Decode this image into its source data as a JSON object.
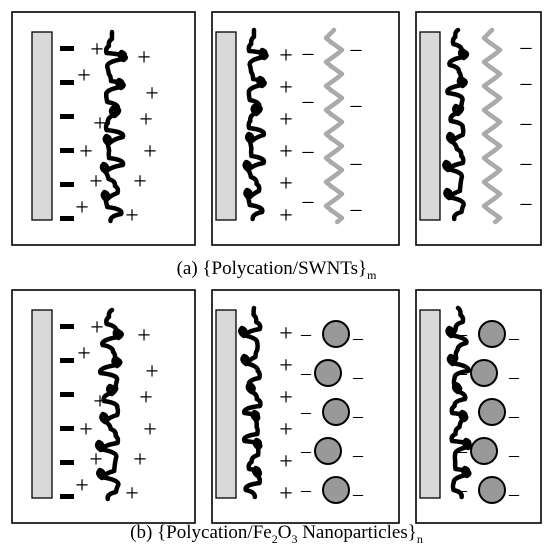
{
  "captions": {
    "a": {
      "prefix": "(a) {Polycation/SWNTs}",
      "sub": "m"
    },
    "b": {
      "prefix": "(b) {Polycation/Fe",
      "sub1": "2",
      "mid": "O",
      "sub2": "3",
      "suffix": " Nanoparticles}",
      "sub3": "n"
    }
  },
  "symbols": {
    "plus": "+",
    "minus": "–",
    "neg_bar": "▬"
  },
  "colors": {
    "substrate_fill": "#d9d9d9",
    "nanotube": "#aaaaaa",
    "nanoparticle_fill": "#999999",
    "polymer": "#000000",
    "frame": "#000000"
  },
  "icons": {
    "substrate": "substrate-plate-icon",
    "polycation": "polycation-chain-icon",
    "nanotube": "swnt-icon",
    "nanoparticle": "fe2o3-nanoparticle-icon"
  }
}
